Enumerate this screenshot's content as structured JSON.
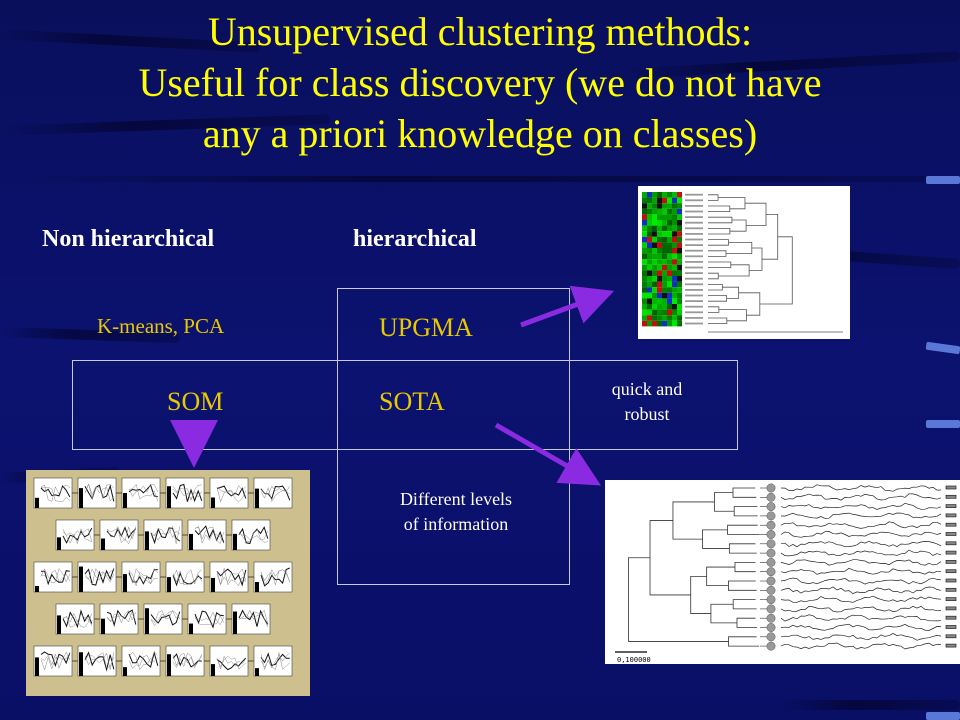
{
  "title": {
    "line1": "Unsupervised clustering methods:",
    "line2": "Useful for class discovery (we do not have",
    "line3": "any a priori knowledge on classes)"
  },
  "headers": {
    "non_hierarchical": "Non hierarchical",
    "hierarchical": "hierarchical"
  },
  "methods": {
    "kmeans_pca": "K-means, PCA",
    "upgma": "UPGMA",
    "som": "SOM",
    "sota": "SOTA"
  },
  "notes": {
    "quick_line1": "quick and",
    "quick_line2": "robust",
    "levels_line1": "Different levels",
    "levels_line2": "of information"
  },
  "figure_text": {
    "scale_bar": "0,100000"
  },
  "colors": {
    "background": "#0b1270",
    "title": "#ffff00",
    "method_text": "#e8c800",
    "arrow": "#8a2be2"
  }
}
